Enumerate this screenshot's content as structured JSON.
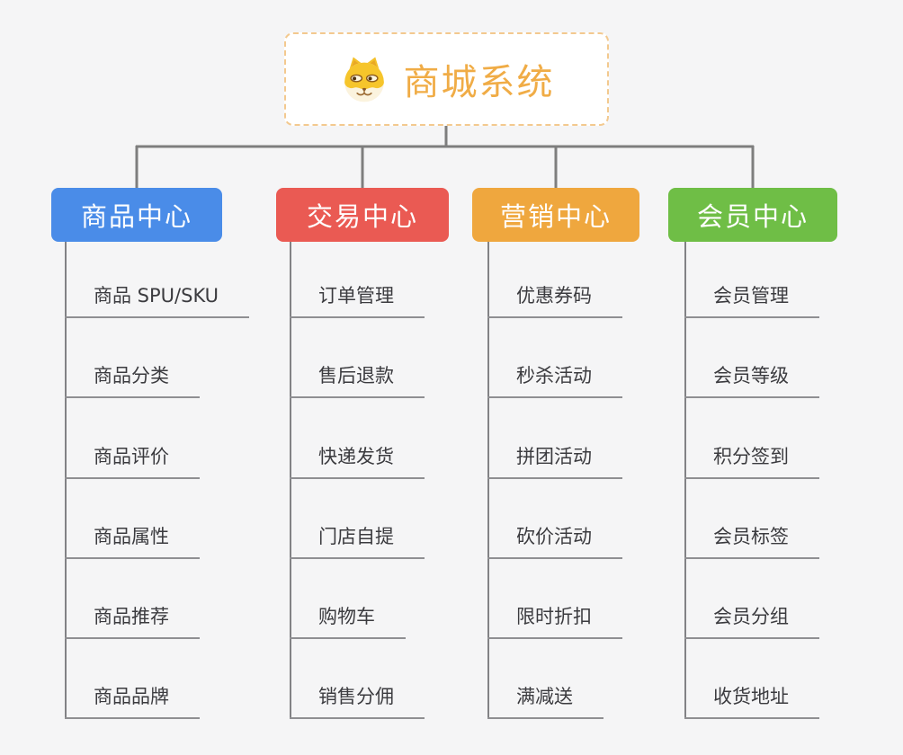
{
  "root": {
    "title": "商城系统",
    "icon": "shiba-dog-icon",
    "accent_color": "#f0ac46",
    "border_color": "#f3c98f"
  },
  "colors": {
    "background": "#f5f5f6",
    "connector": "#7e7e7e",
    "trunk": "#828285",
    "underline": "#8f8f92",
    "item_text": "#3b3b3f"
  },
  "branches": [
    {
      "label": "商品中心",
      "color": "#4a8ce8",
      "items": [
        "商品 SPU/SKU",
        "商品分类",
        "商品评价",
        "商品属性",
        "商品推荐",
        "商品品牌"
      ]
    },
    {
      "label": "交易中心",
      "color": "#ea5a53",
      "items": [
        "订单管理",
        "售后退款",
        "快递发货",
        "门店自提",
        "购物车",
        "销售分佣"
      ]
    },
    {
      "label": "营销中心",
      "color": "#efa73e",
      "items": [
        "优惠券码",
        "秒杀活动",
        "拼团活动",
        "砍价活动",
        "限时折扣",
        "满减送"
      ]
    },
    {
      "label": "会员中心",
      "color": "#6fbe46",
      "items": [
        "会员管理",
        "会员等级",
        "积分签到",
        "会员标签",
        "会员分组",
        "收货地址"
      ]
    }
  ]
}
